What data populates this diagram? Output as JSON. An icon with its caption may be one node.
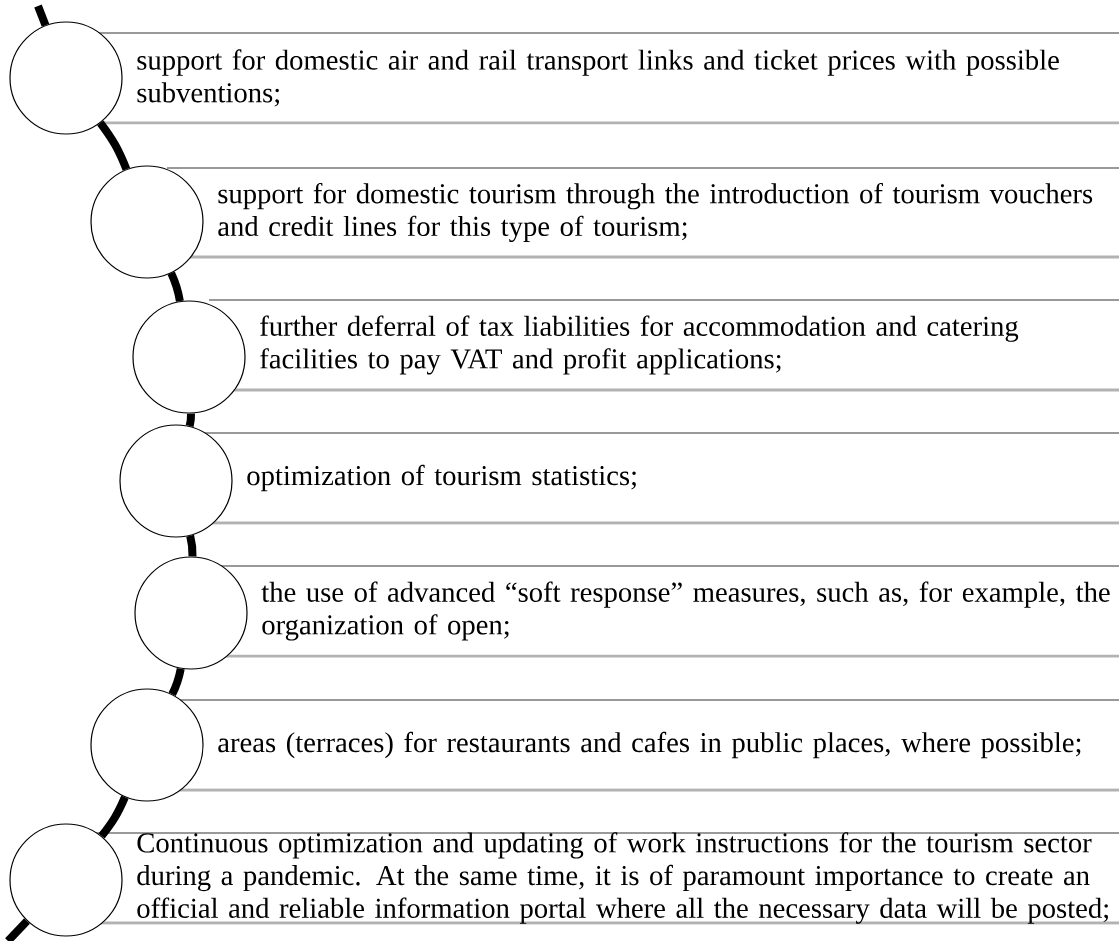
{
  "diagram": {
    "nodes": [
      {
        "text": [
          "support for domestic air and rail transport links and ticket prices with possible subventions;"
        ]
      },
      {
        "text": [
          "support for domestic tourism through the introduction of tourism vouchers and credit lines for this type of tourism;"
        ]
      },
      {
        "text": [
          "further deferral of tax liabilities for accommodation and catering facilities to pay VAT and profit applications;"
        ]
      },
      {
        "text": [
          "optimization of tourism statistics;"
        ]
      },
      {
        "text": [
          "the use of advanced “soft response” measures, such as, for example, the organization of open;"
        ]
      },
      {
        "text": [
          "areas (terraces) for restaurants and cafes in public places, where possible;"
        ]
      },
      {
        "text": [
          "Continuous optimization and updating of work instructions for the tourism sector during a pandemic. At the same time, it is of paramount importance to create an official and reliable information portal where all the necessary data will be posted;"
        ]
      },
      {
        "text": [],
        "shape": "circle"
      },
      {
        "text": [],
        "shape": "circle"
      },
      {
        "text": [],
        "shape": "circle"
      },
      {
        "text": [],
        "shape": "circle"
      },
      {
        "text": [],
        "shape": "circle"
      },
      {
        "text": [],
        "shape": "circle"
      },
      {
        "text": [],
        "shape": "circle"
      }
    ],
    "edges": [
      {
        "from": null,
        "to": 7,
        "arrow": "none"
      },
      {
        "from": 7,
        "to": 8,
        "arrow": "none"
      },
      {
        "from": 8,
        "to": 9,
        "arrow": "none"
      },
      {
        "from": 9,
        "to": 10,
        "arrow": "none"
      },
      {
        "from": 10,
        "to": 11,
        "arrow": "none"
      },
      {
        "from": 11,
        "to": 12,
        "arrow": "none"
      },
      {
        "from": 12,
        "to": 13,
        "arrow": "none"
      },
      {
        "from": 13,
        "to": null,
        "arrow": "none"
      }
    ]
  }
}
